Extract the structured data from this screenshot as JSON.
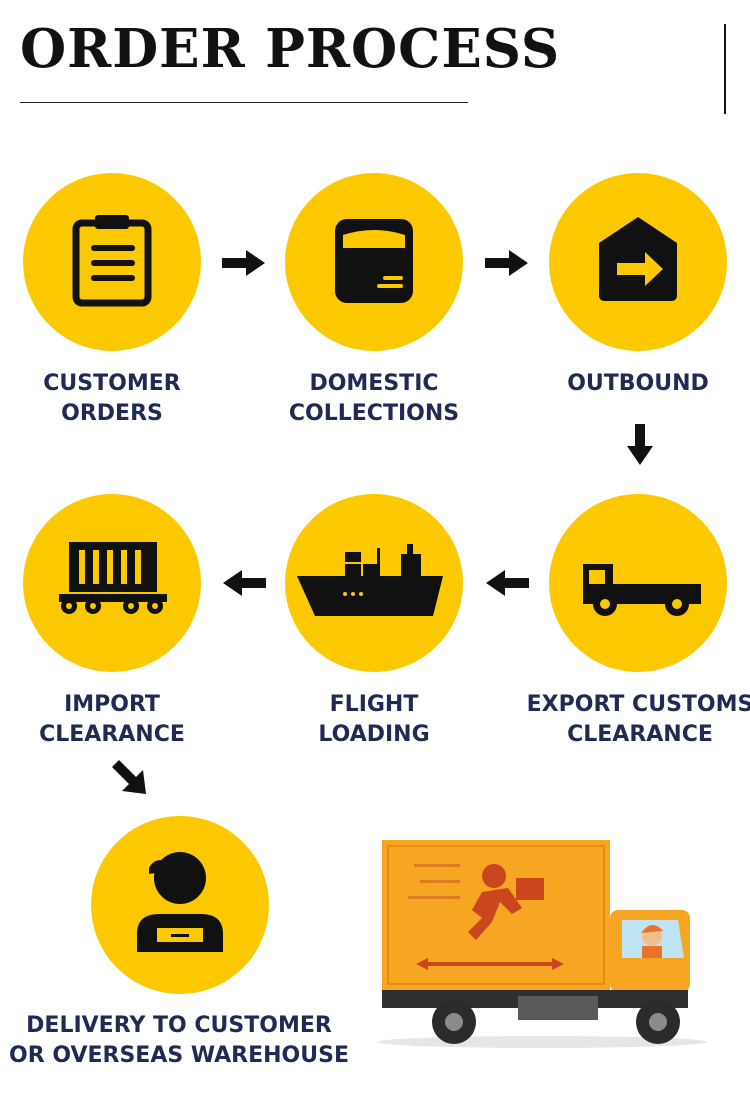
{
  "title": "ORDER PROCESS",
  "colors": {
    "accent": "#FCC800",
    "label": "#1f2a55",
    "icon": "#111111",
    "truck_box": "#F6A623"
  },
  "steps": [
    {
      "icon": "clipboard-icon",
      "line1": "CUSTOMER",
      "line2": "ORDERS"
    },
    {
      "icon": "box-icon",
      "line1": "DOMESTIC",
      "line2": "COLLECTIONS"
    },
    {
      "icon": "house-arrow-icon",
      "line1": "OUTBOUND",
      "line2": ""
    },
    {
      "icon": "truck-icon",
      "line1": "EXPORT CUSTOMS",
      "line2": "CLEARANCE"
    },
    {
      "icon": "ship-icon",
      "line1": "FLIGHT",
      "line2": "LOADING"
    },
    {
      "icon": "container-icon",
      "line1": "IMPORT",
      "line2": "CLEARANCE"
    },
    {
      "icon": "courier-icon",
      "line1": "DELIVERY TO CUSTOMER",
      "line2": "OR OVERSEAS WAREHOUSE"
    }
  ]
}
